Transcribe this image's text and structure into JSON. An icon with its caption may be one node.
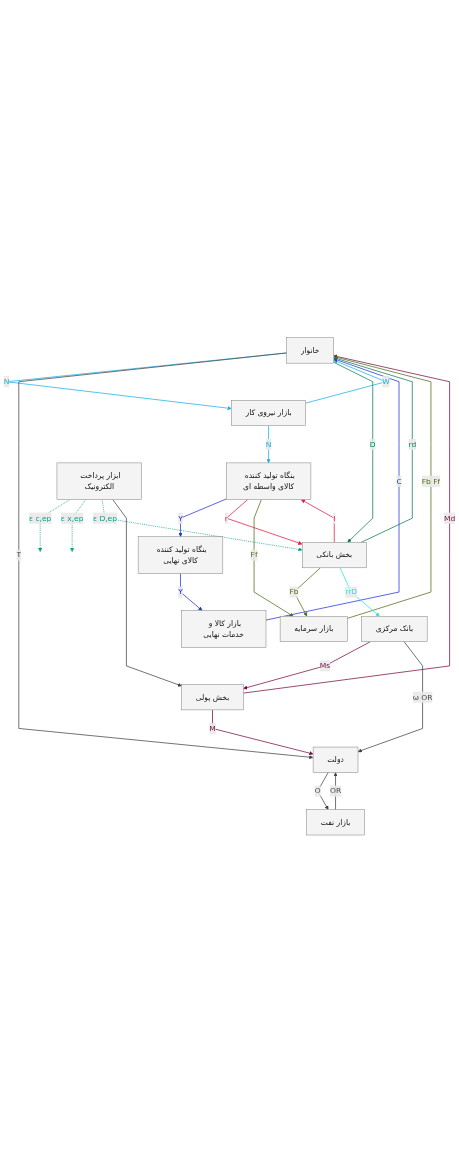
{
  "diagram": {
    "nodes": [
      {
        "text": [
          "خانوار"
        ]
      },
      {
        "text": [
          "بازار نیروی کار"
        ]
      },
      {
        "text": [
          "بنگاه تولید کننده کالای واسطه ای"
        ]
      },
      {
        "text": [
          "بنگاه تولید کننده کالای نهایی"
        ]
      },
      {
        "text": [
          "بازار کالا و خدمات نهایی"
        ]
      },
      {
        "text": [
          "بازار سرمایه"
        ]
      },
      {
        "text": [
          "ابزار پرداخت الکترونیک"
        ]
      },
      {
        "text": [
          "بخش پولی"
        ]
      },
      {
        "text": [
          "بخش بانکی"
        ]
      },
      {
        "text": [
          "دولت"
        ]
      },
      {
        "text": [
          "بازار نفت"
        ]
      },
      {
        "text": [
          "بانک مرکزی"
        ]
      }
    ],
    "edges": [
      {
        "from": 0,
        "to": 1,
        "arrow": "to",
        "label": "N",
        "color": "#1ab0e8"
      },
      {
        "from": 1,
        "to": 0,
        "arrow": "to",
        "label": "W",
        "color": "#1ab0e8"
      },
      {
        "from": 1,
        "to": 2,
        "arrow": "to",
        "label": "N",
        "color": "#1ab0e8"
      },
      {
        "from": 2,
        "to": 3,
        "arrow": "to",
        "label": "Y",
        "color": "#2233dd"
      },
      {
        "from": 3,
        "to": 4,
        "arrow": "to",
        "label": "Y",
        "color": "#2233dd"
      },
      {
        "from": 4,
        "to": 0,
        "arrow": "to",
        "label": "C",
        "color": "#2233dd"
      },
      {
        "from": 8,
        "to": 2,
        "arrow": "to",
        "label": "I",
        "color": "#e8173f"
      },
      {
        "from": 2,
        "to": 8,
        "arrow": "to",
        "label": "r",
        "color": "#e8173f"
      },
      {
        "from": 0,
        "to": 9,
        "arrow": "to",
        "label": "T"
      },
      {
        "from": 8,
        "to": 0,
        "arrow": "to",
        "label": "rd",
        "color": "#117a55"
      },
      {
        "from": 0,
        "to": 8,
        "arrow": "to",
        "label": "D",
        "color": "#117a55"
      },
      {
        "from": 7,
        "to": 0,
        "arrow": "to",
        "label": "Md",
        "color": "#7a0d45"
      },
      {
        "from": 5,
        "to": 0,
        "arrow": "to",
        "label": "Fb Ff",
        "color": "#4e6e16"
      },
      {
        "from": 8,
        "to": 5,
        "arrow": "to",
        "label": "Fb",
        "color": "#4e6e16"
      },
      {
        "from": 2,
        "to": 5,
        "arrow": "to",
        "label": "Ff",
        "color": "#4e6e16"
      },
      {
        "from": 6,
        "to": null,
        "arrow": "to",
        "label": "ε c,ep",
        "style": "dashed",
        "color": "#139e88"
      },
      {
        "from": 6,
        "to": null,
        "arrow": "to",
        "label": "ε x,ep",
        "style": "dashed",
        "color": "#139e88"
      },
      {
        "from": 6,
        "to": 8,
        "arrow": "to",
        "label": "ε D,ep",
        "style": "dashed",
        "color": "#139e88"
      },
      {
        "from": 6,
        "to": 7,
        "arrow": "to"
      },
      {
        "from": 7,
        "to": 9,
        "arrow": "to",
        "label": "M",
        "color": "#7a0d45"
      },
      {
        "from": 11,
        "to": 7,
        "arrow": "to",
        "label": "Ms",
        "color": "#7a0d45"
      },
      {
        "from": 8,
        "to": 11,
        "arrow": "to",
        "label": "rrD",
        "color": "#22e8d8"
      },
      {
        "from": 11,
        "to": 9,
        "arrow": "to",
        "label": "ω OR"
      },
      {
        "from": 9,
        "to": 10,
        "arrow": "to",
        "label": "O"
      },
      {
        "from": 10,
        "to": 9,
        "arrow": "to",
        "label": "OR"
      }
    ]
  }
}
